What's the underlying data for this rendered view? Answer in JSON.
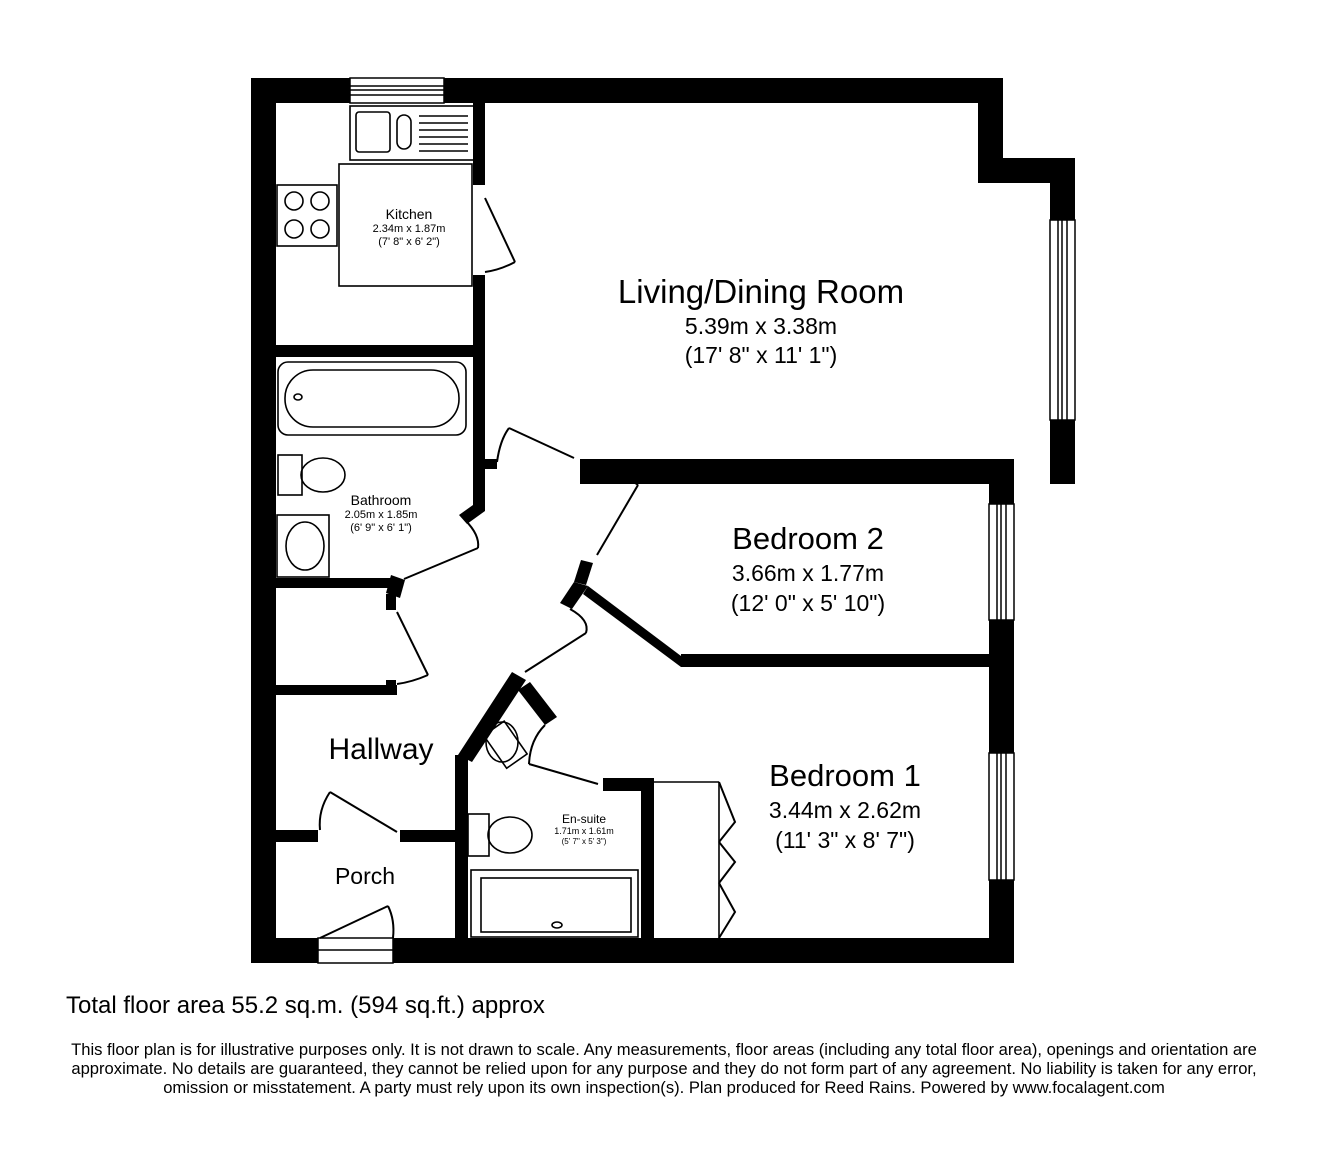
{
  "rooms": {
    "living": {
      "name": "Living/Dining Room",
      "metric": "5.39m x 3.38m",
      "imperial": "(17' 8\" x 11' 1\")"
    },
    "kitchen": {
      "name": "Kitchen",
      "metric": "2.34m x 1.87m",
      "imperial": "(7' 8\" x 6' 2\")"
    },
    "bathroom": {
      "name": "Bathroom",
      "metric": "2.05m x 1.85m",
      "imperial": "(6' 9\" x 6' 1\")"
    },
    "bedroom2": {
      "name": "Bedroom 2",
      "metric": "3.66m x 1.77m",
      "imperial": "(12' 0\" x 5' 10\")"
    },
    "bedroom1": {
      "name": "Bedroom 1",
      "metric": "3.44m x 2.62m",
      "imperial": "(11' 3\" x 8' 7\")"
    },
    "ensuite": {
      "name": "En-suite",
      "metric": "1.71m x 1.61m",
      "imperial": "(5' 7\" x 5' 3\")"
    },
    "hallway": {
      "name": "Hallway"
    },
    "porch": {
      "name": "Porch"
    }
  },
  "total_area": "Total floor area 55.2 sq.m. (594 sq.ft.) approx",
  "disclaimer": "This floor plan is for illustrative purposes only. It is not drawn to scale. Any measurements, floor areas (including any total floor area), openings and orientation are approximate. No details are guaranteed, they cannot be relied upon for any purpose and they do not form part of any agreement. No liability is taken for any error, omission or misstatement. A party must rely upon its own inspection(s). Plan produced for Reed Rains. Powered by www.focalagent.com",
  "colors": {
    "wall": "#000000",
    "background": "#ffffff"
  }
}
